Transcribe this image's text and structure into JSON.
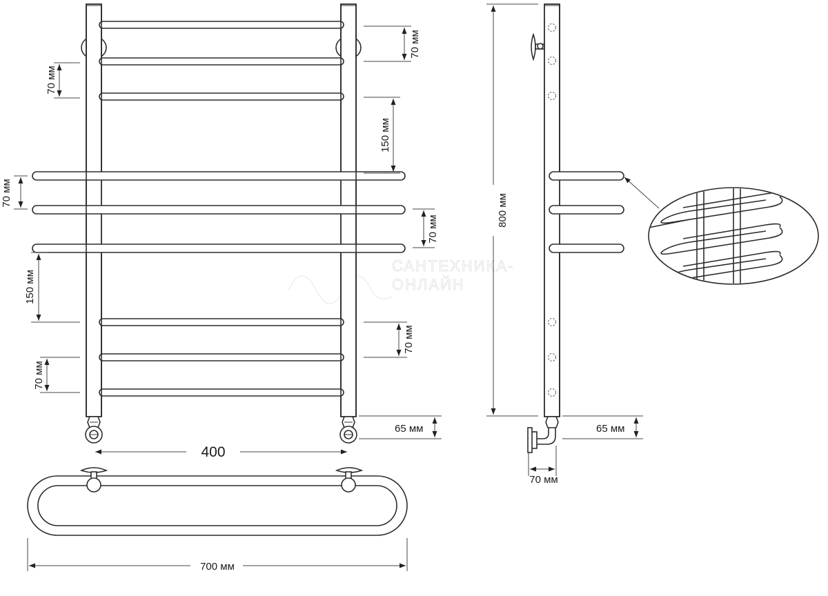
{
  "front_view": {
    "dim_upper_right_70": "70 мм",
    "dim_upper_left_70": "70 мм",
    "dim_right_150": "150 мм",
    "dim_wide_left_70": "70 мм",
    "dim_wide_right_70": "70 мм",
    "dim_lower_left_150": "150 мм",
    "dim_lower_right_70": "70 мм",
    "dim_lower_left_70": "70 мм",
    "dim_connection_65": "65 мм",
    "dim_center_distance": "400"
  },
  "top_view": {
    "dim_width": "700 мм"
  },
  "side_view": {
    "dim_height": "800 мм",
    "dim_connection_65": "65 мм",
    "dim_wall_offset_70": "70 мм"
  },
  "watermark": {
    "line1": "САНТЕХНИКА-",
    "line2": "ОНЛАЙН"
  }
}
